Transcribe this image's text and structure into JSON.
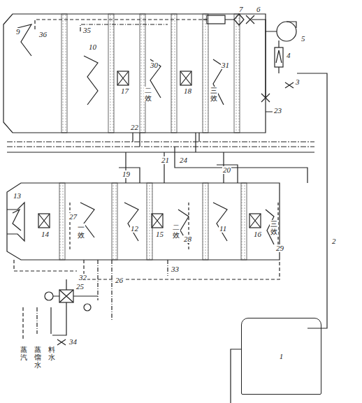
{
  "diagram": {
    "nodes": [
      {
        "text": [
          "1"
        ]
      }
    ],
    "labels": [
      "9",
      "36",
      "35",
      "10",
      "17",
      "二效",
      "30",
      "18",
      "三效",
      "31",
      "22",
      "23",
      "7",
      "6",
      "5",
      "4",
      "3",
      "2",
      "13",
      "14",
      "27",
      "一效",
      "12",
      "15",
      "二效",
      "28",
      "11",
      "16",
      "三效",
      "29",
      "19",
      "20",
      "21",
      "24",
      "26",
      "32",
      "33",
      "25",
      "34"
    ],
    "legend": [
      {
        "text": "蒸汽"
      },
      {
        "text": "蒸馏水"
      },
      {
        "text": "料水"
      }
    ]
  }
}
